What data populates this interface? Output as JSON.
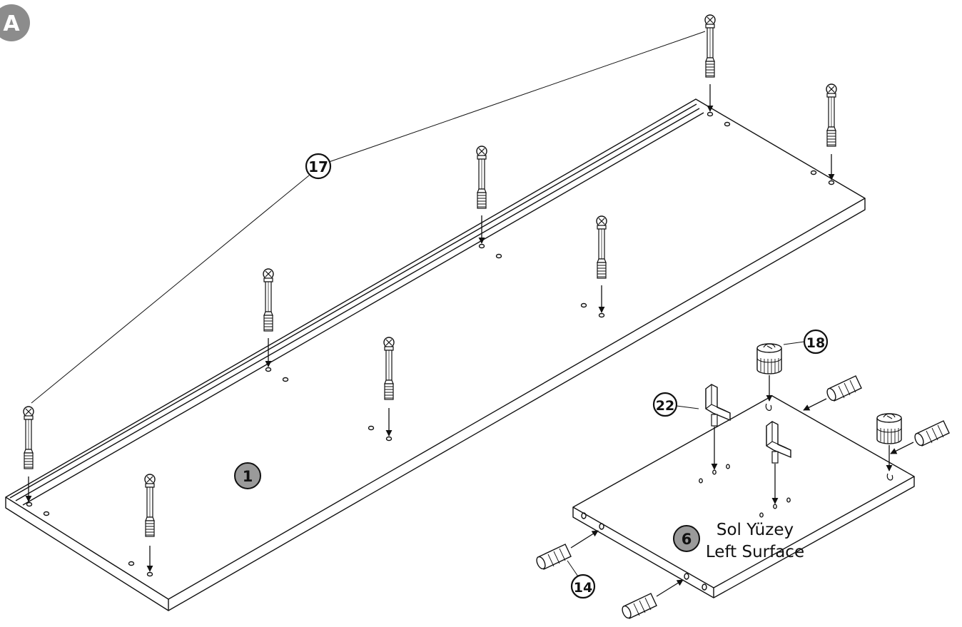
{
  "step": {
    "label": "A"
  },
  "parts": {
    "top_panel": {
      "number": "1"
    },
    "side_panel": {
      "number": "6",
      "name_tr": "Sol Yüzey",
      "name_en": "Left Surface"
    }
  },
  "callouts": {
    "cam_bolt": "17",
    "cam_lock": "18",
    "shelf_support": "22",
    "wood_dowel": "14"
  },
  "colors": {
    "line": "#111111",
    "step_badge": "#8c8c8c",
    "part_badge": "#9a9a9a",
    "bolt_fill": "#ffffff"
  }
}
